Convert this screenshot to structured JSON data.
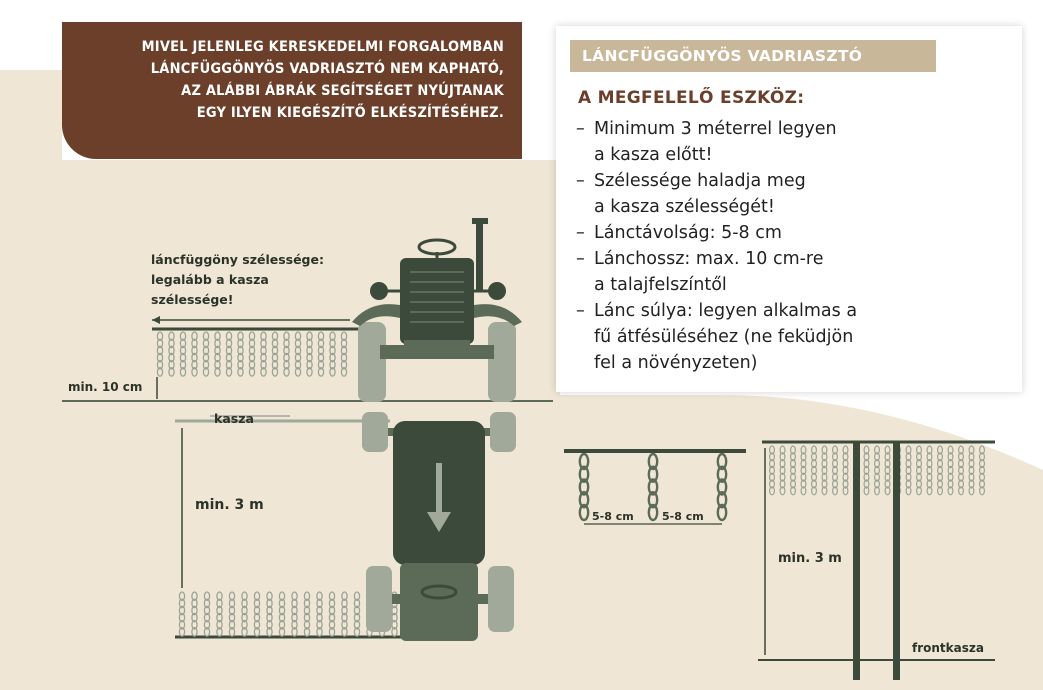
{
  "banner": {
    "lines": [
      "MIVEL JELENLEG KERESKEDELMI FORGALOMBAN",
      "LÁNCFÜGGÖNYÖS VADRIASZTÓ NEM KAPHATÓ,",
      "AZ ALÁBBI ÁBRÁK SEGÍTSÉGET NYÚJTANAK",
      "EGY ILYEN KIEGÉSZÍTŐ ELKÉSZÍTÉSÉHEZ."
    ]
  },
  "infobox": {
    "title": "LÁNCFÜGGÖNYÖS VADRIASZTÓ",
    "subtitle": "A MEGFELELŐ ESZKÖZ:",
    "items": [
      {
        "line1": "Minimum 3 méterrel legyen",
        "line2": "a kasza előtt!"
      },
      {
        "line1": "Szélessége haladja meg",
        "line2": "a kasza szélességét!"
      },
      {
        "line1": "Lánctávolság: 5-8 cm",
        "line2": ""
      },
      {
        "line1": "Lánchossz: max. 10 cm-re",
        "line2": "a talajfelszíntől"
      },
      {
        "line1": "Lánc súlya: legyen alkalmas a",
        "line2": "fű átfésüléséhez (ne feküdjön"
      },
      {
        "line1": "",
        "line2": "fel a növényzeten)"
      }
    ]
  },
  "labels": {
    "curtain_width_1": "láncfüggöny szélessége:",
    "curtain_width_2": "legalább a kasza",
    "curtain_width_3": "szélessége!",
    "min_10cm": "min. 10 cm",
    "kasza": "kasza",
    "min_3m_left": "min. 3 m",
    "spacing_1": "5-8 cm",
    "spacing_2": "5-8 cm",
    "min_3m_right": "min. 3 m",
    "frontkasza": "frontkasza"
  },
  "colors": {
    "background": "#efe6d6",
    "banner": "#6b3f2a",
    "title_bar": "#c9b79a",
    "tractor_dark": "#3b4a3a",
    "tractor_mid": "#5c6b58",
    "tractor_light": "#a0a99a",
    "chain": "#9aa394"
  }
}
